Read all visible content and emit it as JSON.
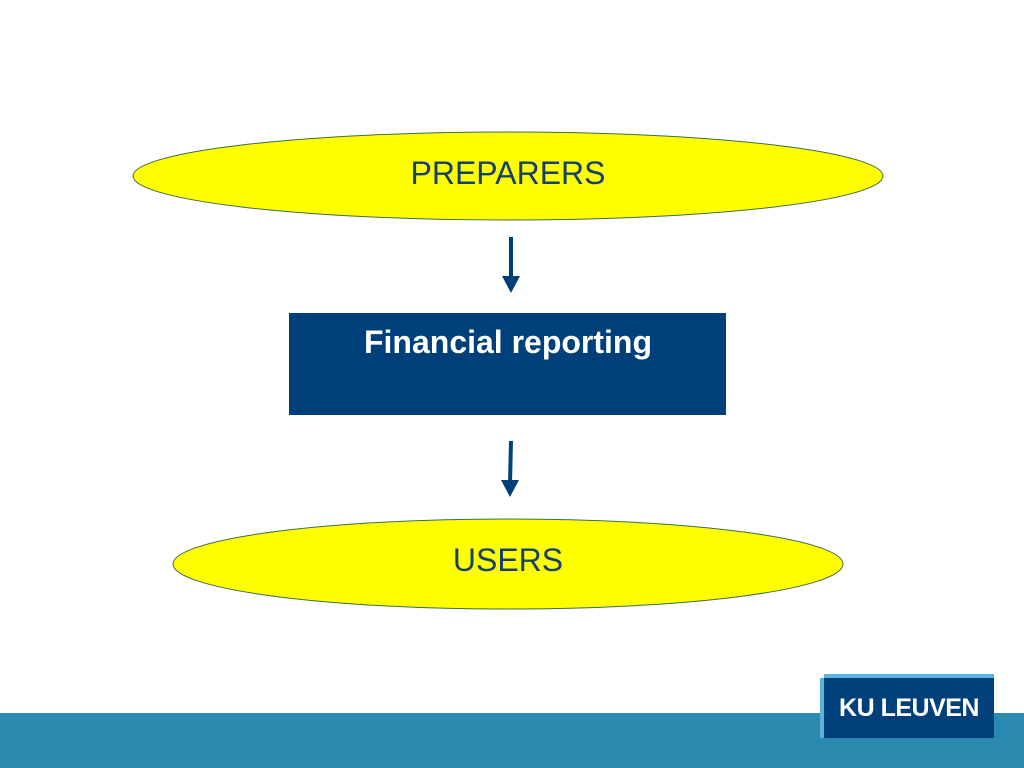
{
  "diagram": {
    "top_node": "PREPARERS",
    "middle_node": "Financial reporting",
    "bottom_node": "USERS"
  },
  "logo": {
    "text": "KU LEUVEN"
  },
  "colors": {
    "ellipse_fill": "#ffff00",
    "box_fill": "#00407a",
    "text_dark": "#17406d",
    "arrow": "#00407a",
    "footer": "#2b8ab0"
  }
}
